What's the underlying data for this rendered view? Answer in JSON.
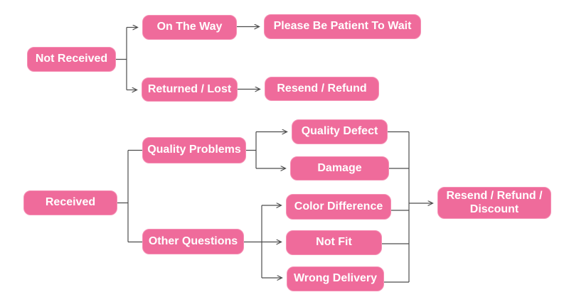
{
  "diagram": {
    "type": "flowchart",
    "colors": {
      "node_fill": "#ef6b9b",
      "node_edge": "#f590b4",
      "node_text": "#ffffff",
      "connector": "#4d4d4d",
      "background": "#ffffff"
    },
    "nodes": {
      "not_received": "Not Received",
      "on_the_way": "On The Way",
      "please_be_patient": "Please Be Patient To Wait",
      "returned_lost": "Returned / Lost",
      "resend_refund": "Resend / Refund",
      "received": "Received",
      "quality_problems": "Quality Problems",
      "other_questions": "Other Questions",
      "quality_defect": "Quality Defect",
      "damage": "Damage",
      "color_difference": "Color Difference",
      "not_fit": "Not Fit",
      "wrong_delivery": "Wrong Delivery",
      "resend_refund_discount": "Resend / Refund / Discount"
    },
    "edges": [
      {
        "from": "not_received",
        "to": "on_the_way"
      },
      {
        "from": "not_received",
        "to": "returned_lost"
      },
      {
        "from": "on_the_way",
        "to": "please_be_patient"
      },
      {
        "from": "returned_lost",
        "to": "resend_refund"
      },
      {
        "from": "received",
        "to": "quality_problems"
      },
      {
        "from": "received",
        "to": "other_questions"
      },
      {
        "from": "quality_problems",
        "to": "quality_defect"
      },
      {
        "from": "quality_problems",
        "to": "damage"
      },
      {
        "from": "other_questions",
        "to": "color_difference"
      },
      {
        "from": "other_questions",
        "to": "not_fit"
      },
      {
        "from": "other_questions",
        "to": "wrong_delivery"
      },
      {
        "from": "quality_defect",
        "to": "resend_refund_discount"
      },
      {
        "from": "damage",
        "to": "resend_refund_discount"
      },
      {
        "from": "color_difference",
        "to": "resend_refund_discount"
      },
      {
        "from": "not_fit",
        "to": "resend_refund_discount"
      },
      {
        "from": "wrong_delivery",
        "to": "resend_refund_discount"
      }
    ]
  }
}
